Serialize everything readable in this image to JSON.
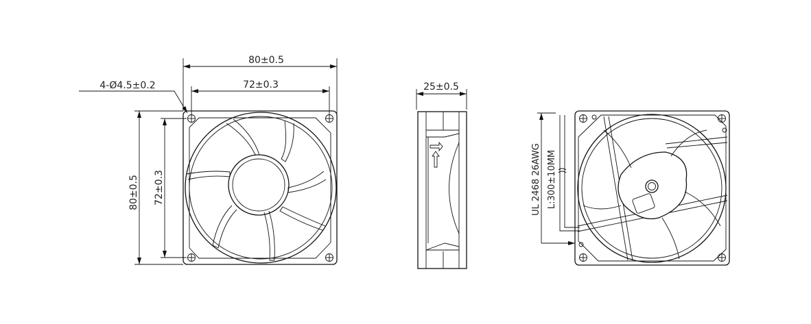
{
  "front_view": {
    "overall_width": "80±0.5",
    "hole_spacing_width": "72±0.3",
    "mounting_holes": "4-Ø4.5±0.2",
    "overall_height": "80±0.5",
    "hole_spacing_height": "72±0.3"
  },
  "side_view": {
    "thickness": "25±0.5"
  },
  "back_view": {
    "wire_spec": "UL 2468 26AWG",
    "wire_length": "L:300±10MM"
  },
  "colors": {
    "line": "#111111",
    "background": "#ffffff"
  }
}
